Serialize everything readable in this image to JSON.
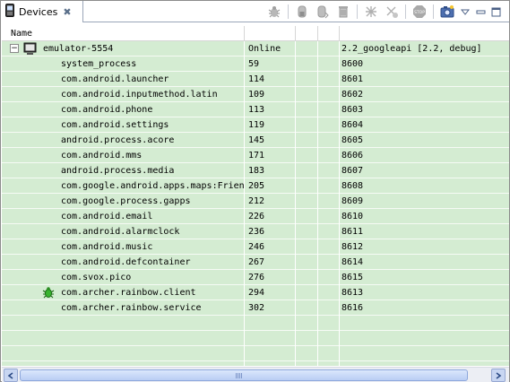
{
  "tab": {
    "title": "Devices",
    "close_glyph": "✖"
  },
  "toolbar": {
    "icons": [
      "debug-icon",
      "update-heap-icon",
      "dump-hprof-icon",
      "cause-gc-icon",
      "update-threads-icon",
      "start-method-profiling-icon",
      "stop-process-icon",
      "screen-capture-icon",
      "view-menu-icon",
      "minimize-icon",
      "maximize-icon"
    ],
    "stop_label": "STOP"
  },
  "columns": {
    "name": "Name",
    "status": "",
    "col3": "",
    "col4": "",
    "info": ""
  },
  "device": {
    "name": "emulator-5554",
    "status": "Online",
    "info": "2.2_googleapi [2.2, debug]",
    "expand_glyph": "−"
  },
  "processes": [
    {
      "name": "system_process",
      "pid": "59",
      "port": "8600",
      "debug": false
    },
    {
      "name": "com.android.launcher",
      "pid": "114",
      "port": "8601",
      "debug": false
    },
    {
      "name": "com.android.inputmethod.latin",
      "pid": "109",
      "port": "8602",
      "debug": false
    },
    {
      "name": "com.android.phone",
      "pid": "113",
      "port": "8603",
      "debug": false
    },
    {
      "name": "com.android.settings",
      "pid": "119",
      "port": "8604",
      "debug": false
    },
    {
      "name": "android.process.acore",
      "pid": "145",
      "port": "8605",
      "debug": false
    },
    {
      "name": "com.android.mms",
      "pid": "171",
      "port": "8606",
      "debug": false
    },
    {
      "name": "android.process.media",
      "pid": "183",
      "port": "8607",
      "debug": false
    },
    {
      "name": "com.google.android.apps.maps:Frien",
      "pid": "205",
      "port": "8608",
      "debug": false
    },
    {
      "name": "com.google.process.gapps",
      "pid": "212",
      "port": "8609",
      "debug": false
    },
    {
      "name": "com.android.email",
      "pid": "226",
      "port": "8610",
      "debug": false
    },
    {
      "name": "com.android.alarmclock",
      "pid": "236",
      "port": "8611",
      "debug": false
    },
    {
      "name": "com.android.music",
      "pid": "246",
      "port": "8612",
      "debug": false
    },
    {
      "name": "com.android.defcontainer",
      "pid": "267",
      "port": "8614",
      "debug": false
    },
    {
      "name": "com.svox.pico",
      "pid": "276",
      "port": "8615",
      "debug": false
    },
    {
      "name": "com.archer.rainbow.client",
      "pid": "294",
      "port": "8613",
      "debug": true
    },
    {
      "name": "com.archer.rainbow.service",
      "pid": "302",
      "port": "8616",
      "debug": false
    }
  ],
  "empty_rows": 4,
  "colors": {
    "row_bg": "#d4ecd2",
    "accent": "#3c5a9a"
  }
}
